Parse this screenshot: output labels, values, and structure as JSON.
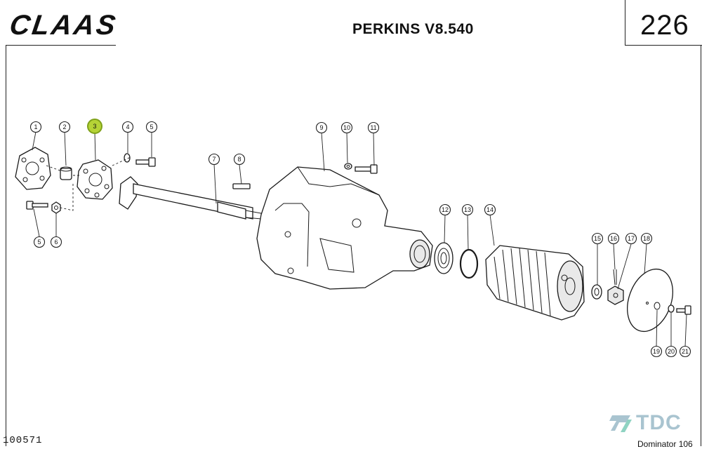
{
  "header": {
    "brand": "CLAAS",
    "title": "PERKINS V8.540",
    "page_number": "226"
  },
  "footer": {
    "document_number": "100571",
    "watermark": "TDC",
    "model": "Dominator 106"
  },
  "colors": {
    "highlight": "#b5d336",
    "watermark": "#a9c4d0"
  },
  "icons": {
    "watermark_logo": "tdc-logo-icon"
  },
  "callouts": [
    "1",
    "2",
    "3",
    "4",
    "5",
    "5",
    "6",
    "7",
    "8",
    "9",
    "10",
    "11",
    "12",
    "13",
    "14",
    "15",
    "16",
    "17",
    "18",
    "19",
    "20",
    "21"
  ],
  "highlighted_callout": "3"
}
